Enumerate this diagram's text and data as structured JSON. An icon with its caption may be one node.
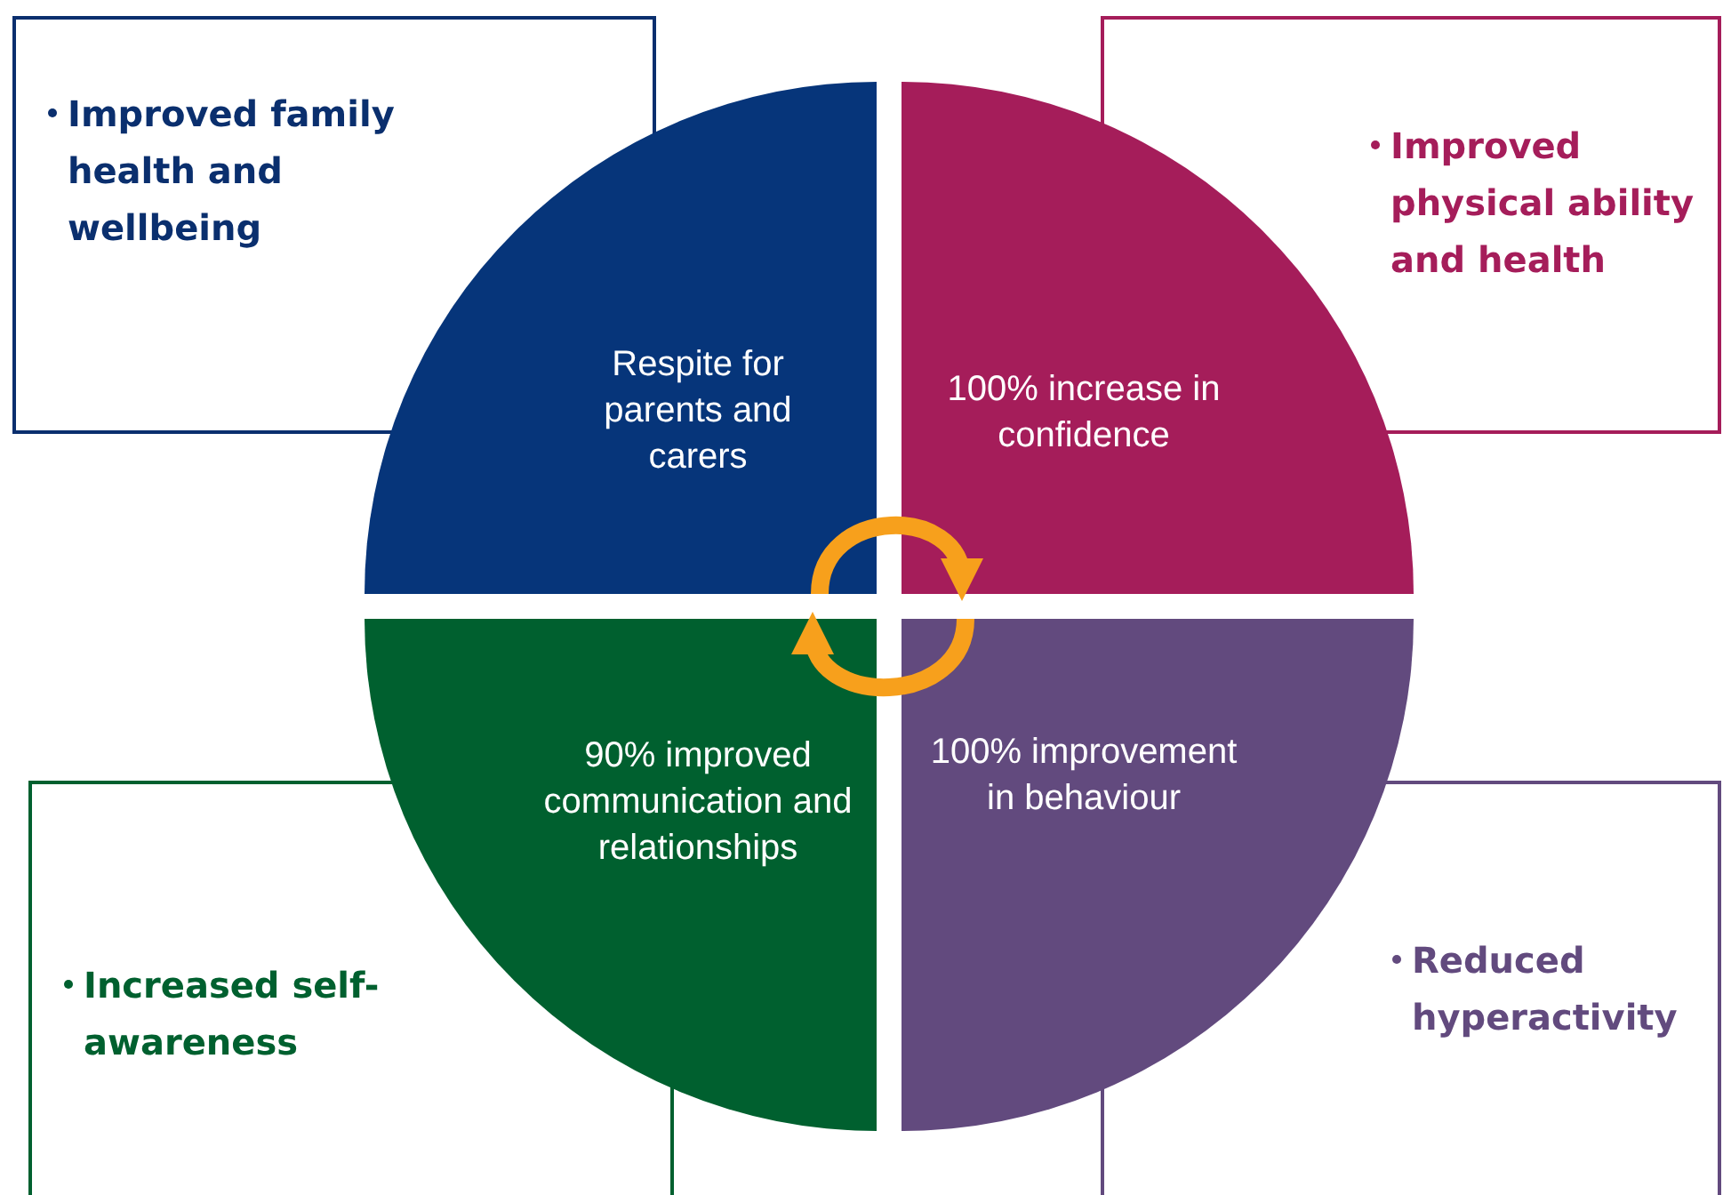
{
  "diagram": {
    "nodes": [
      {
        "text": [
          "Improved family health and wellbeing"
        ]
      },
      {
        "text": [
          "Improved physical ability and health"
        ]
      },
      {
        "text": [
          "Respite for parents and carers"
        ]
      },
      {
        "text": [
          "100% increase in confidence"
        ]
      },
      {
        "text": [
          "90% improved communication and relationships"
        ]
      },
      {
        "text": [
          "100% improvement in behaviour"
        ]
      },
      {
        "text": [
          "Increased self-awareness"
        ]
      },
      {
        "text": [
          "Reduced hyperactivity"
        ]
      }
    ],
    "edges": [
      {
        "from": 2,
        "to": 3,
        "arrow": "to"
      },
      {
        "from": 5,
        "to": 4,
        "arrow": "to"
      }
    ]
  }
}
